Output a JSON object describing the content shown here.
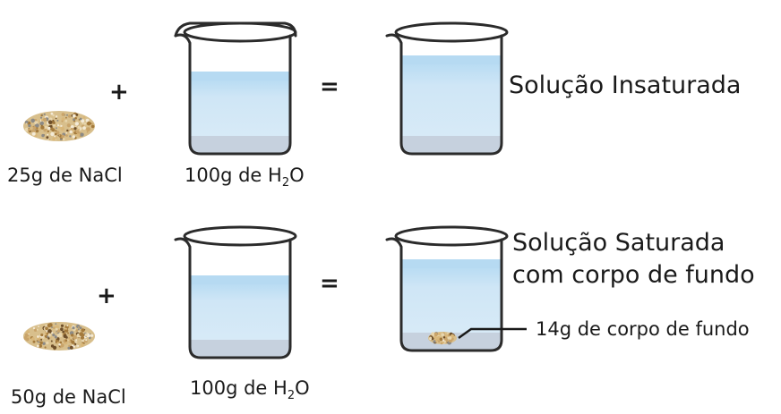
{
  "rows": [
    {
      "salt_label": "25g de NaCl",
      "plus": "+",
      "water_label_prefix": "100g de H",
      "water_label_sub": "2",
      "water_label_suffix": "O",
      "equals": "=",
      "result_label_1": "Solução Insaturada",
      "result_label_2": ""
    },
    {
      "salt_label": "50g de NaCl",
      "plus": "+",
      "water_label_prefix": "100g de H",
      "water_label_sub": "2",
      "water_label_suffix": "O",
      "equals": "=",
      "result_label_1": "Solução Saturada",
      "result_label_2": "com corpo de fundo",
      "sediment_label": "14g de corpo de fundo"
    }
  ],
  "colors": {
    "water_light": "#cfe6f6",
    "water_band": "#b6daf2",
    "water_bottom": "#c3cfdc",
    "beaker_outline": "#2b2b2b",
    "salt": "#c9a46a"
  }
}
